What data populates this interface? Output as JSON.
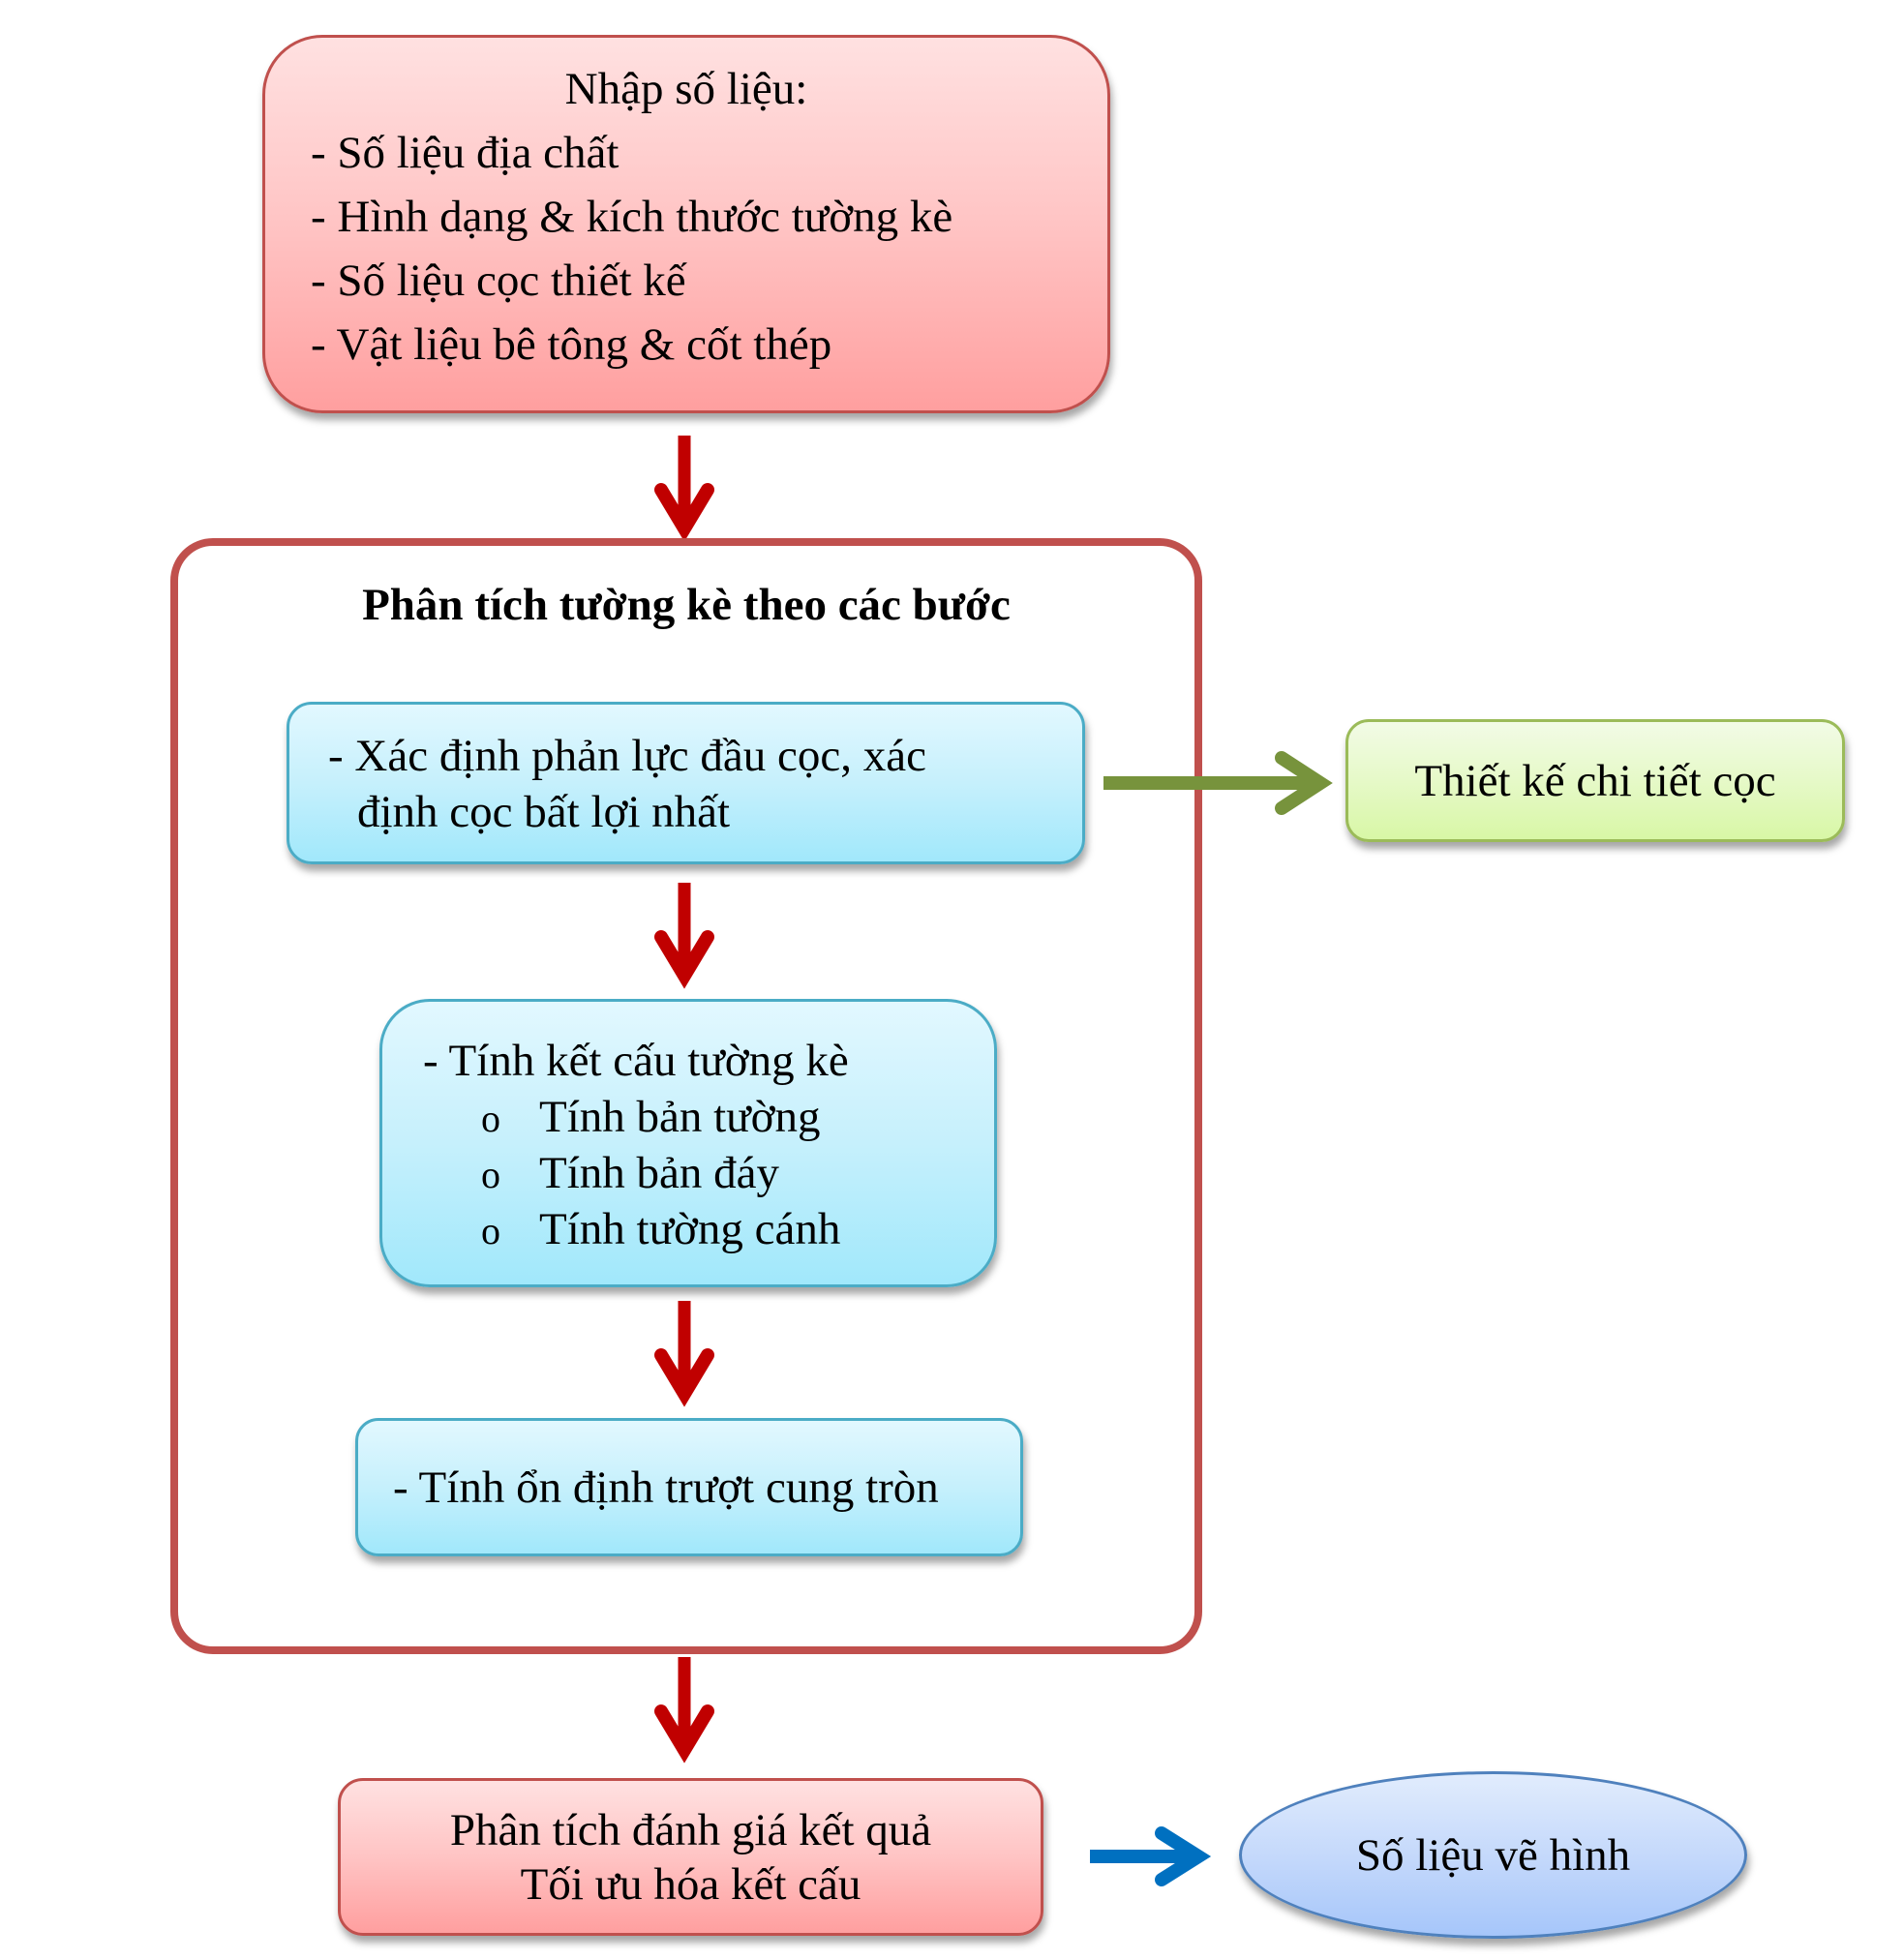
{
  "diagram": {
    "input_box": {
      "title": "Nhập số liệu:",
      "items": [
        "- Số liệu địa chất",
        "- Hình dạng & kích thước tường kè",
        "- Số liệu cọc thiết kế",
        "- Vật liệu bê tông & cốt thép"
      ]
    },
    "analysis_frame": {
      "title": "Phân tích tường kè theo các bước",
      "step1": {
        "lines": [
          "- Xác định phản lực đầu cọc, xác",
          "định cọc bất lợi nhất"
        ]
      },
      "step2": {
        "title": "- Tính kết cấu tường kè",
        "bullet": "o",
        "subitems": [
          "Tính bản tường",
          "Tính bản đáy",
          "Tính tường cánh"
        ]
      },
      "step3": {
        "label": "- Tính ổn định trượt cung tròn"
      }
    },
    "pile_design_box": {
      "label": "Thiết kế chi tiết cọc"
    },
    "result_box": {
      "lines": [
        "Phân tích đánh giá kết quả",
        "Tối ưu hóa kết cấu"
      ]
    },
    "drawing_data_ellipse": {
      "label": "Số liệu vẽ hình"
    },
    "colors": {
      "flow_arrow": "#c00000",
      "pile_arrow": "#77933c",
      "output_arrow": "#0070c0",
      "frame_border": "#c0504d"
    }
  }
}
